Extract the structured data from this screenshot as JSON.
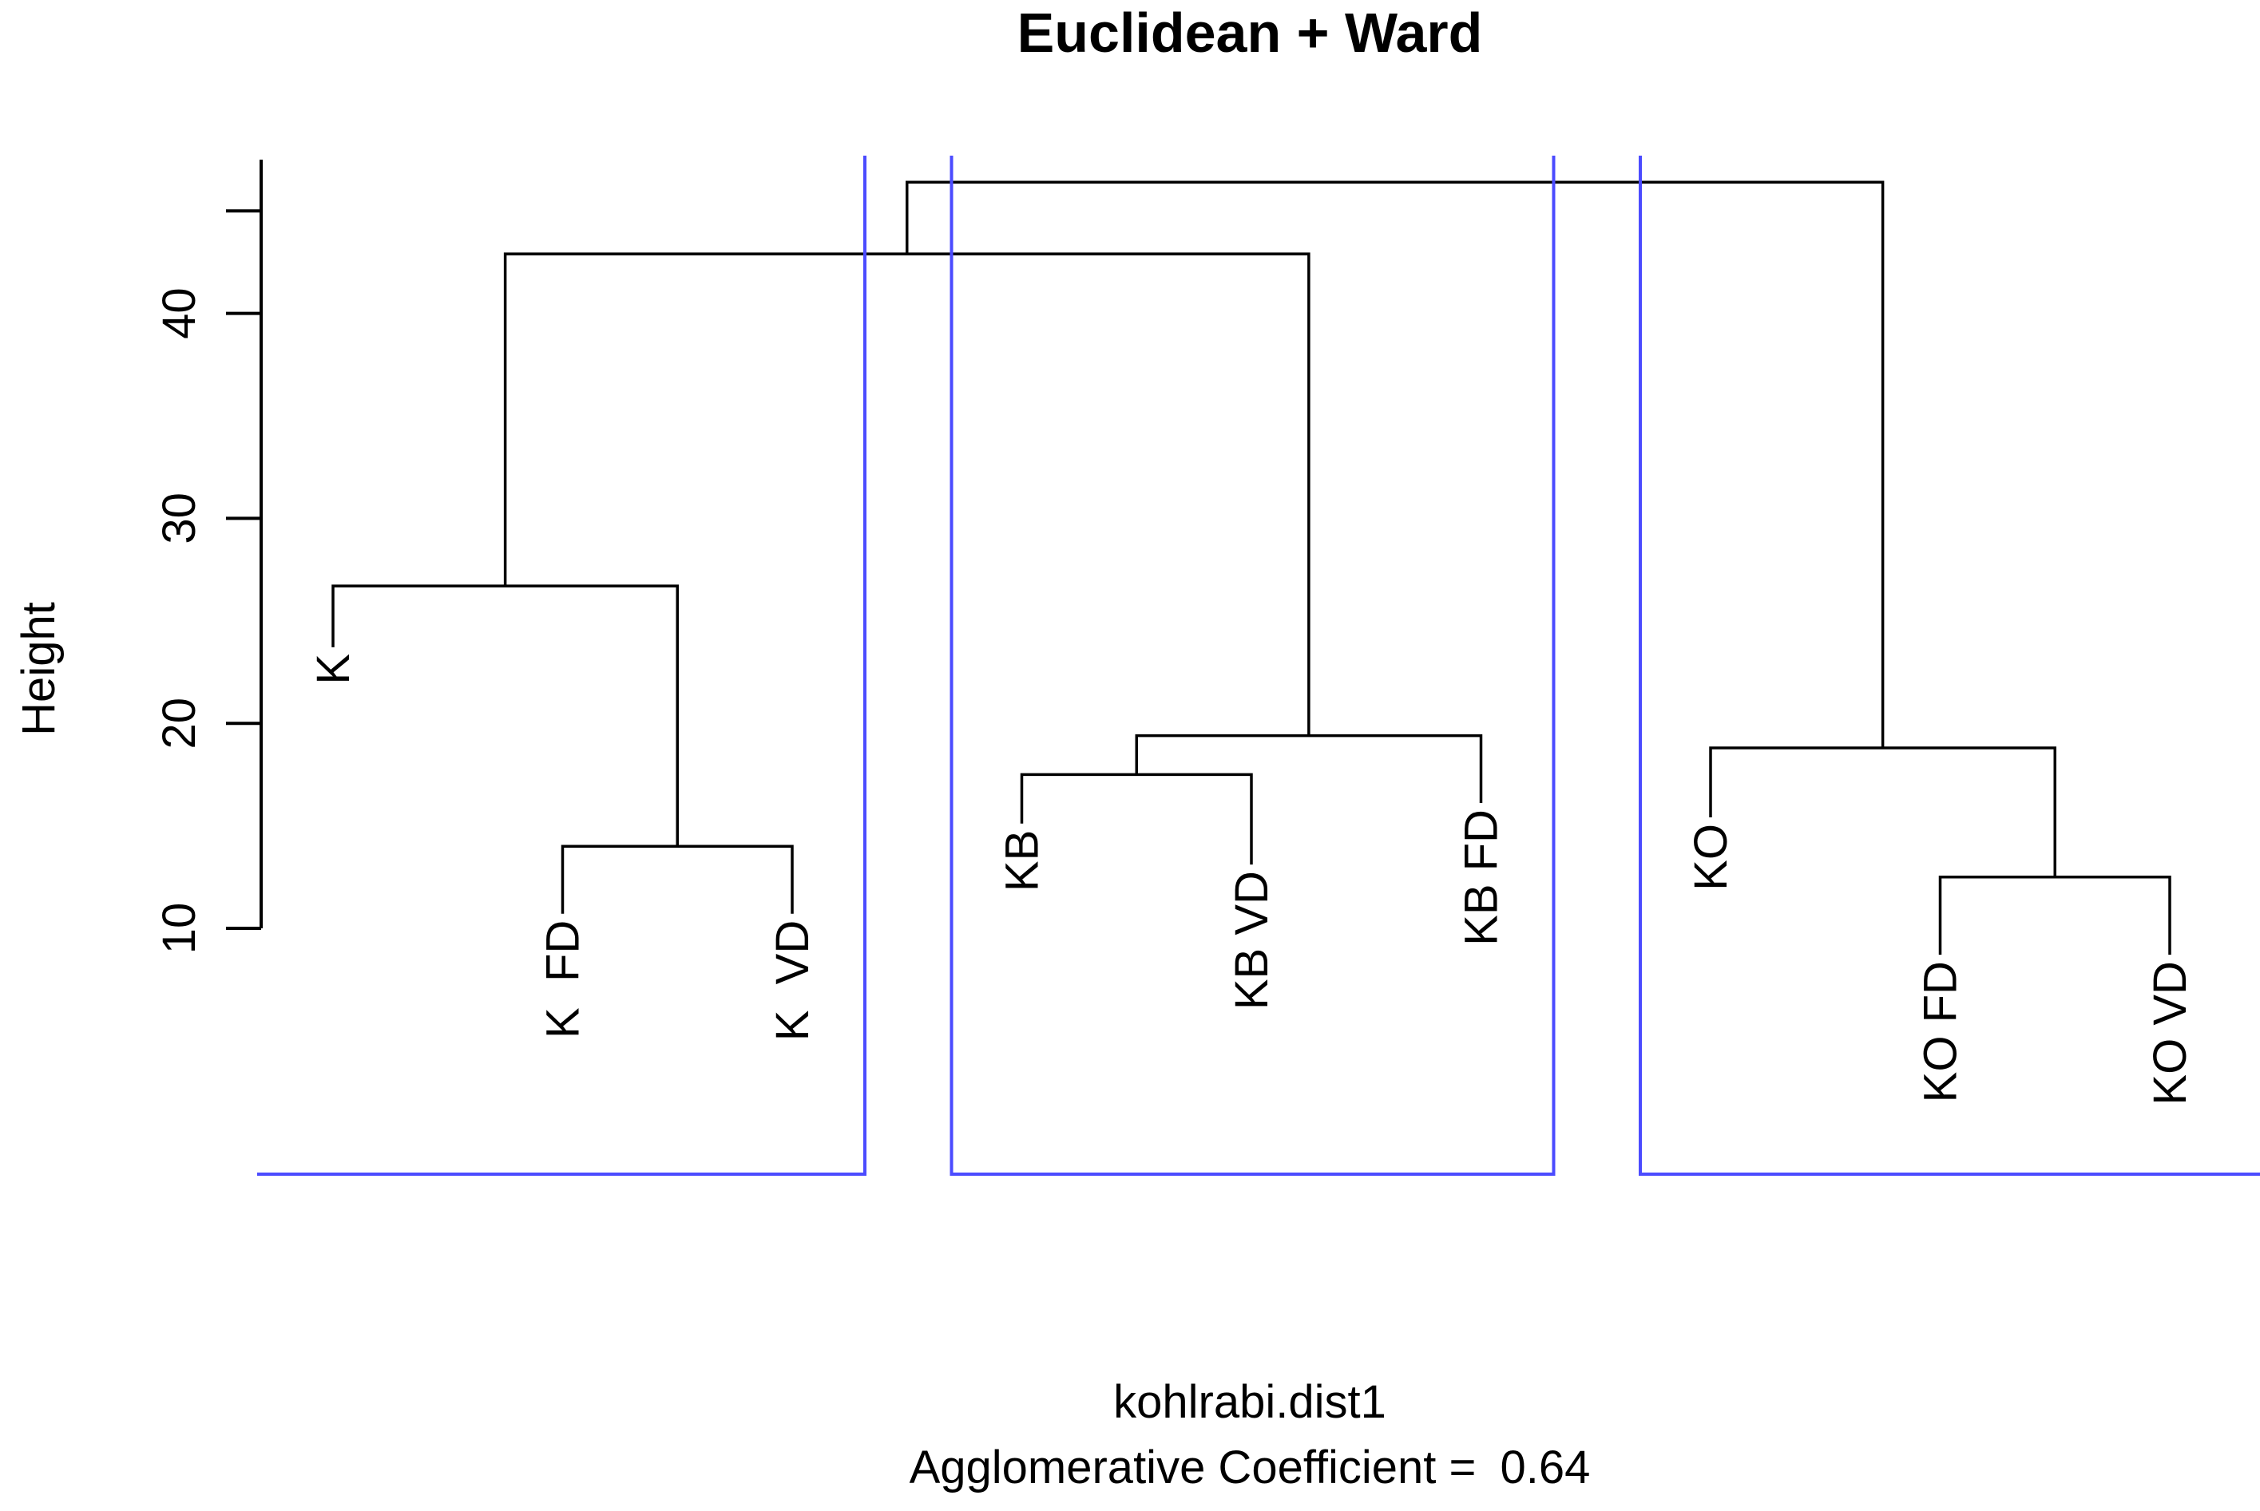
{
  "chart_data": {
    "type": "dendrogram",
    "title": "Euclidean + Ward",
    "ylabel": "Height",
    "xlabel": "kohlrabi.dist1",
    "subtitle_label": "Agglomerative Coefficient = ",
    "subtitle_value": "0.64",
    "yticks": [
      10,
      20,
      30,
      40,
      45
    ],
    "ytick_labels": [
      "10",
      "20",
      "30",
      "40",
      ""
    ],
    "ylim": [
      10,
      47.5
    ],
    "leaves": [
      {
        "label": "K",
        "label_top": 23.4
      },
      {
        "label": "K  FD",
        "label_top": 10.4
      },
      {
        "label": "K  VD",
        "label_top": 10.4
      },
      {
        "label": "KB",
        "label_top": 14.8
      },
      {
        "label": "KB VD",
        "label_top": 12.8
      },
      {
        "label": "KB FD",
        "label_top": 15.8
      },
      {
        "label": "KO",
        "label_top": 15.1
      },
      {
        "label": "KO FD",
        "label_top": 8.4
      },
      {
        "label": "KO VD",
        "label_top": 8.4
      }
    ],
    "merges": [
      {
        "a": "L2",
        "b": "L3",
        "height": 14.0
      },
      {
        "a": "L1",
        "b": "M1",
        "height": 26.7
      },
      {
        "a": "L4",
        "b": "L5",
        "height": 17.5
      },
      {
        "a": "M3",
        "b": "L6",
        "height": 19.4
      },
      {
        "a": "M2",
        "b": "M4",
        "height": 42.9
      },
      {
        "a": "L8",
        "b": "L9",
        "height": 12.5
      },
      {
        "a": "L7",
        "b": "M6",
        "height": 18.8
      },
      {
        "a": "M5",
        "b": "M7",
        "height": 46.4
      }
    ],
    "cluster_boxes": {
      "count": 3,
      "members": [
        [
          "K",
          "K  FD",
          "K  VD"
        ],
        [
          "KB",
          "KB VD",
          "KB FD"
        ],
        [
          "KO",
          "KO FD",
          "KO VD"
        ]
      ],
      "color": "#4b4bff"
    },
    "line_color": "#000000"
  }
}
